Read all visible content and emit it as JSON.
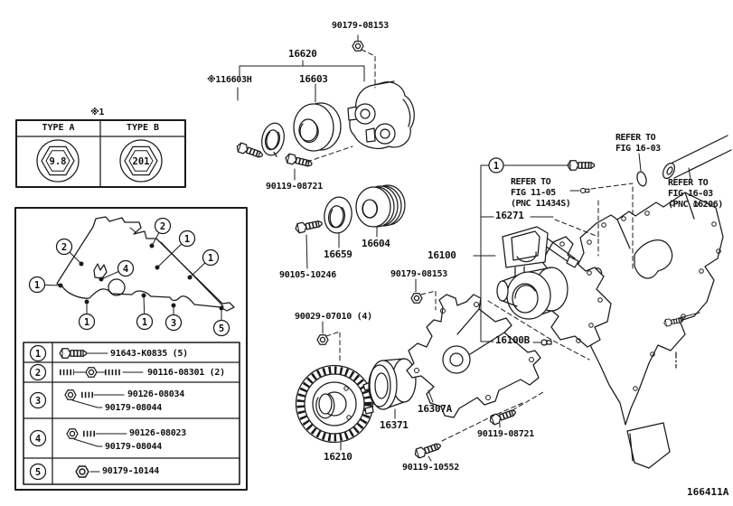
{
  "doc_code": "166411A",
  "note_marker": "※1",
  "type_table": {
    "header_a": "TYPE A",
    "header_b": "TYPE B",
    "marking_a": "9.8",
    "marking_b": "201"
  },
  "part_labels": {
    "p90179_08153_top": "90179-08153",
    "p16620": "16620",
    "p116603h": "※116603H",
    "p16603": "16603",
    "p90119_08721_top": "90119-08721",
    "p16659": "16659",
    "p16604": "16604",
    "p90105_10246": "90105-10246",
    "p90179_08153_mid": "90179-08153",
    "p90029_07010": "90029-07010 (4)",
    "p16307a": "16307A",
    "p16371": "16371",
    "p16210": "16210",
    "p90119_10552": "90119-10552",
    "p90119_08721_right": "90119-08721",
    "p16100": "16100",
    "p16271": "16271",
    "p16100b": "16100B",
    "callout_1": "1"
  },
  "refer_notes": {
    "top": [
      "REFER TO",
      "FIG 16-03"
    ],
    "mid": [
      "REFER TO",
      "FIG 11-05",
      "(PNC 11434S)"
    ],
    "right": [
      "REFER TO",
      "FIG 16-03",
      "(PNC 16206)"
    ]
  },
  "engine_box": {
    "callouts": [
      {
        "n": "2"
      },
      {
        "n": "1"
      },
      {
        "n": "2"
      },
      {
        "n": "1"
      },
      {
        "n": "1"
      },
      {
        "n": "4"
      },
      {
        "n": "1"
      },
      {
        "n": "1"
      },
      {
        "n": "3"
      },
      {
        "n": "5"
      }
    ]
  },
  "legend": {
    "rows": [
      {
        "num": "1",
        "part": "91643-K0835 (5)"
      },
      {
        "num": "2",
        "part": "90116-08301 (2)"
      },
      {
        "num": "3",
        "part": "90126-08034",
        "part2": "90179-08044"
      },
      {
        "num": "4",
        "part": "90126-08023",
        "part2": "90179-08044"
      },
      {
        "num": "5",
        "part": "90179-10144"
      }
    ]
  }
}
